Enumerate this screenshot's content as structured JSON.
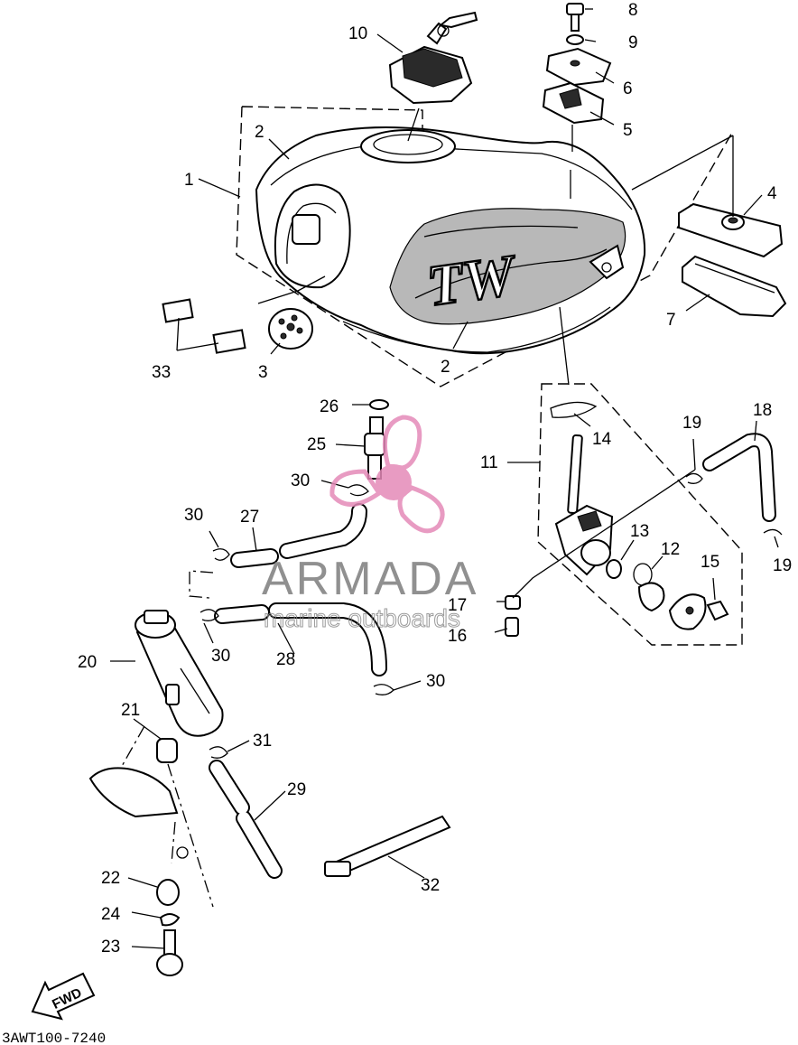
{
  "diagram": {
    "callouts": {
      "p1": "1",
      "p2a": "2",
      "p2b": "2",
      "p3": "3",
      "p4": "4",
      "p5": "5",
      "p6": "6",
      "p7": "7",
      "p8": "8",
      "p9": "9",
      "p10": "10",
      "p11": "11",
      "p12": "12",
      "p13": "13",
      "p14": "14",
      "p15": "15",
      "p16": "16",
      "p17": "17",
      "p18": "18",
      "p19a": "19",
      "p19b": "19",
      "p20": "20",
      "p21": "21",
      "p22": "22",
      "p23": "23",
      "p24": "24",
      "p25": "25",
      "p26": "26",
      "p27": "27",
      "p28": "28",
      "p29": "29",
      "p30a": "30",
      "p30b": "30",
      "p30c": "30",
      "p30d": "30",
      "p31": "31",
      "p32": "32",
      "p33": "33"
    },
    "tank_logo": "TW",
    "direction_label": "FWD",
    "diagram_code": "3AWT100-7240"
  },
  "watermark": {
    "brand": "ARMADA",
    "tagline": "marine outboards",
    "logo_color": "#e48ab8"
  }
}
